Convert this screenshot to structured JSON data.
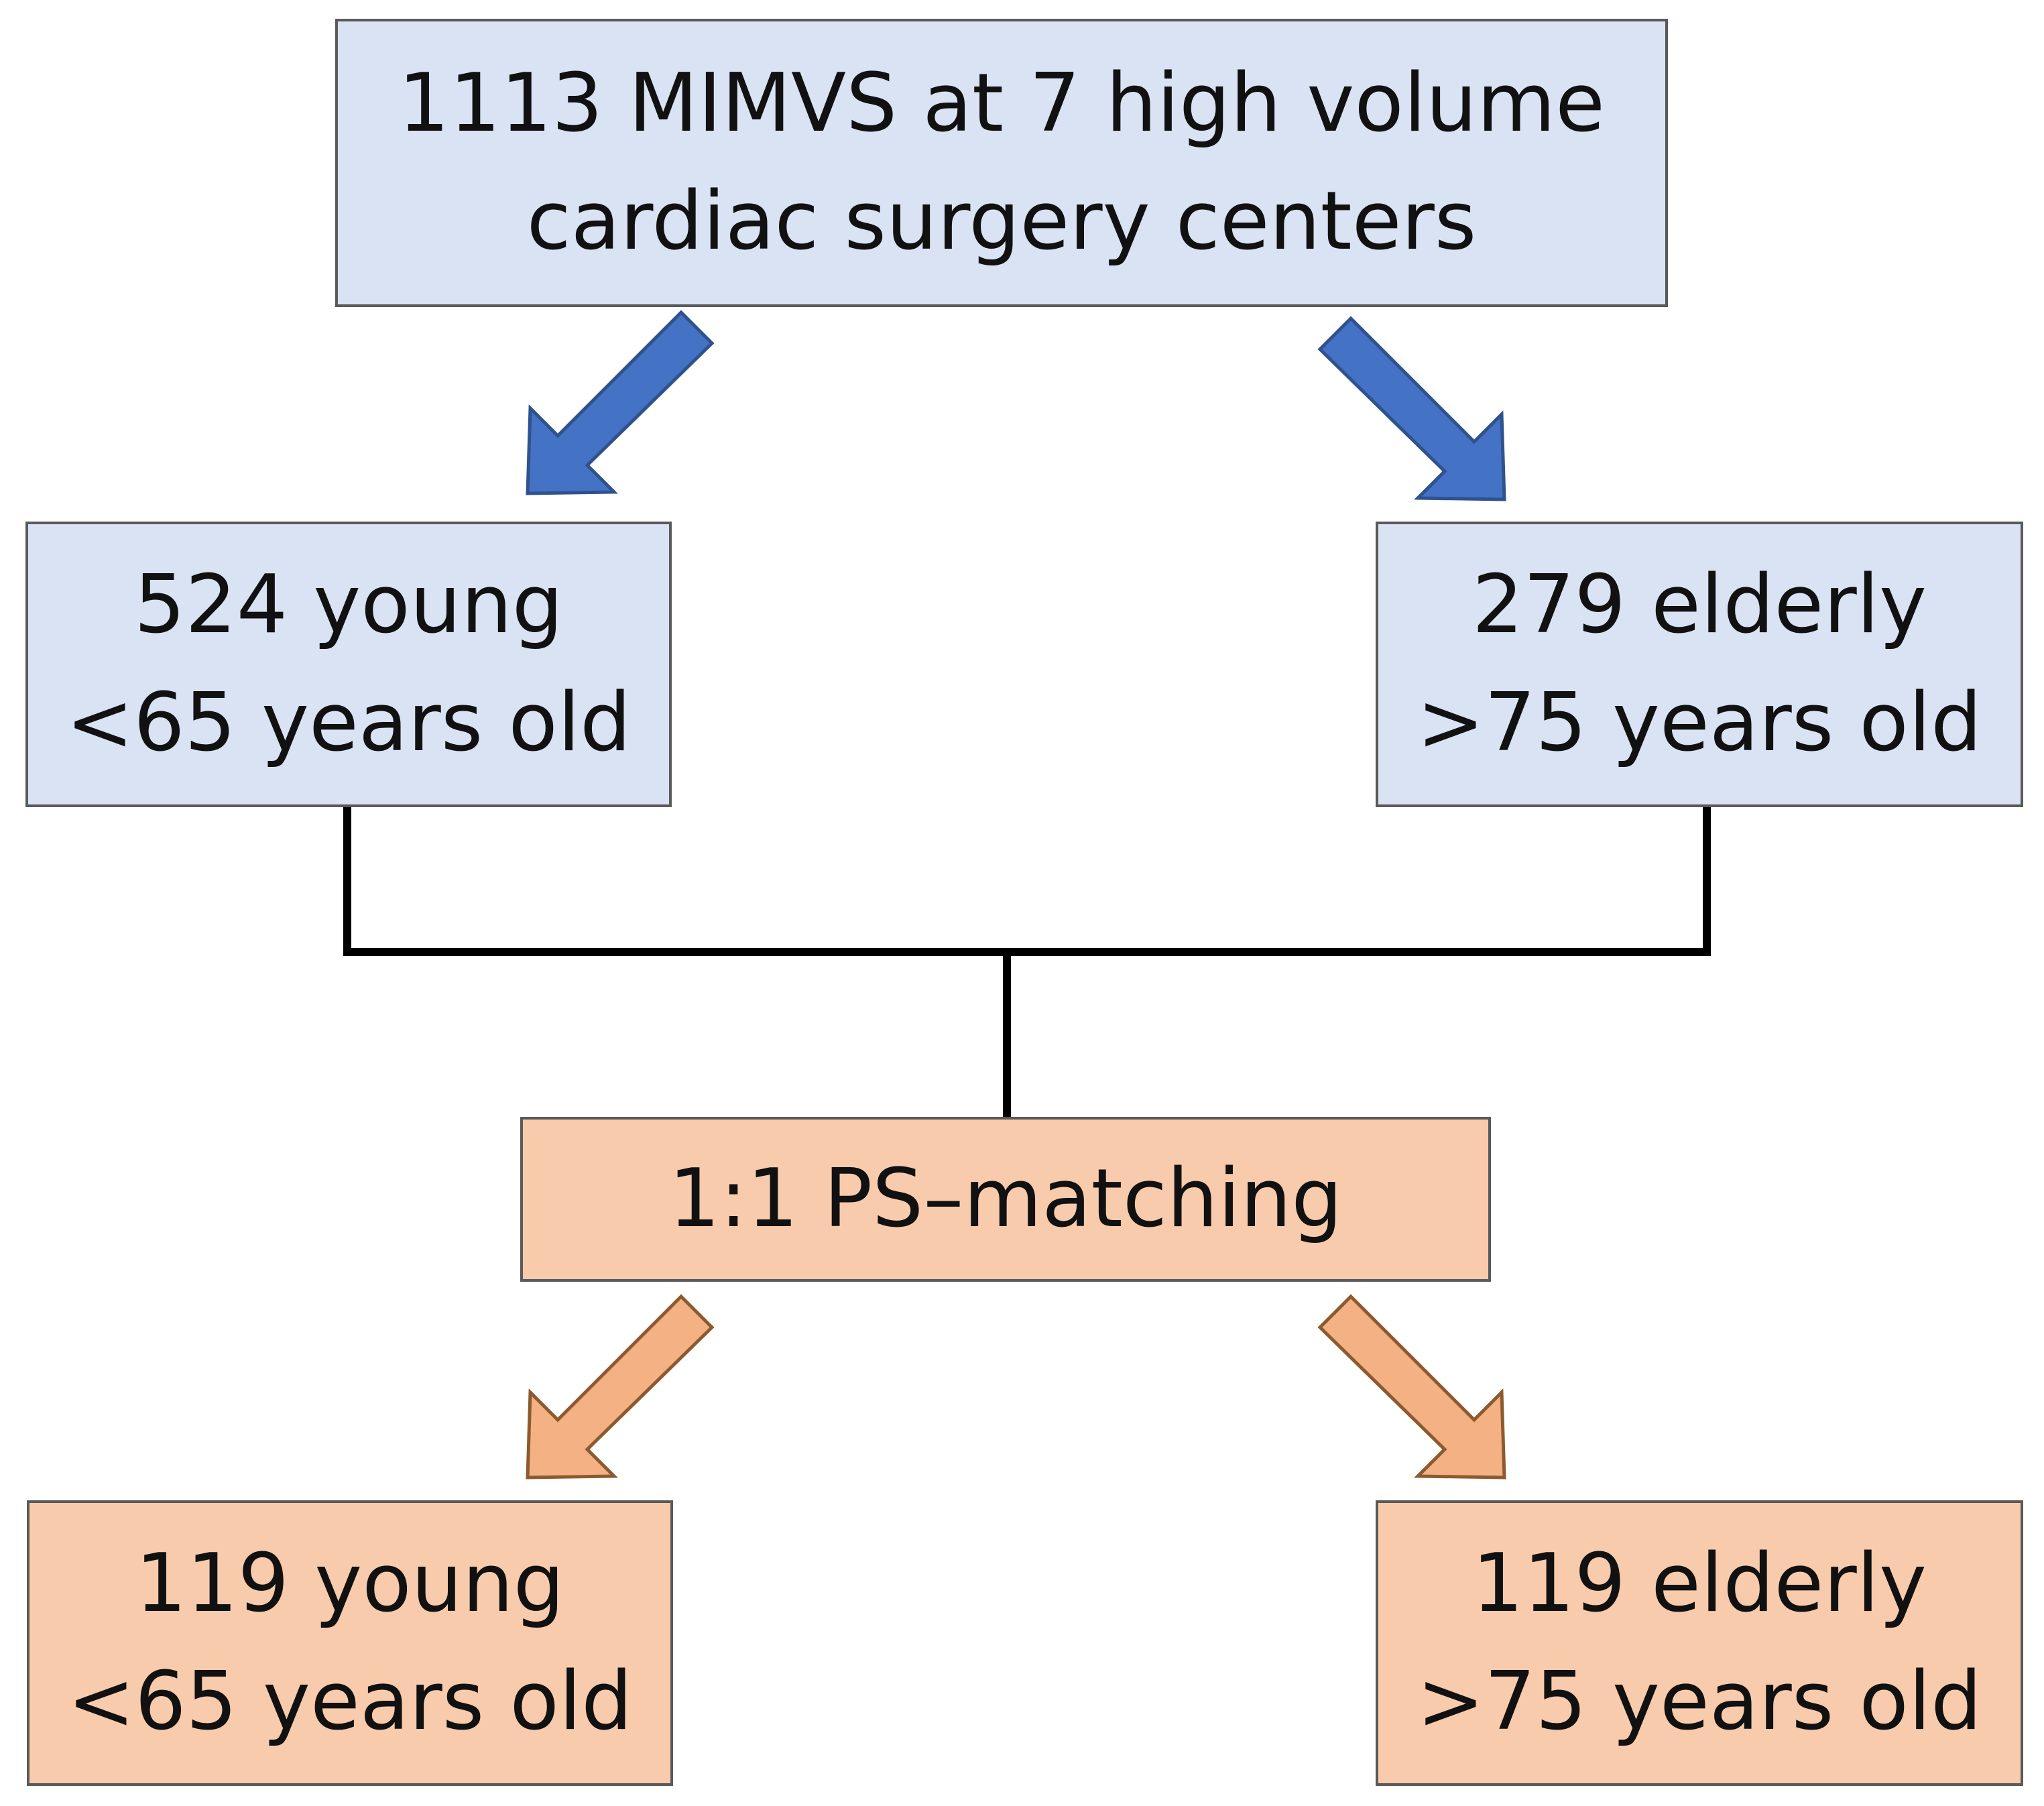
{
  "flowchart": {
    "top": {
      "line1": "1113 MIMVS at 7 high volume",
      "line2": "cardiac surgery centers"
    },
    "young": {
      "line1": "524 young",
      "line2": "<65 years old"
    },
    "elderly": {
      "line1": "279 elderly",
      "line2": ">75 years old"
    },
    "matching": {
      "label": "1:1 PS–matching"
    },
    "matched_young": {
      "line1": "119 young",
      "line2": "<65 years old"
    },
    "matched_elderly": {
      "line1": "119 elderly",
      "line2": ">75 years old"
    }
  },
  "colors": {
    "blue_fill": "#dae3f3",
    "peach_fill": "#f8cbad",
    "blue_arrow": "#4472c4",
    "orange_arrow": "#f4b183",
    "connector": "#000000"
  }
}
